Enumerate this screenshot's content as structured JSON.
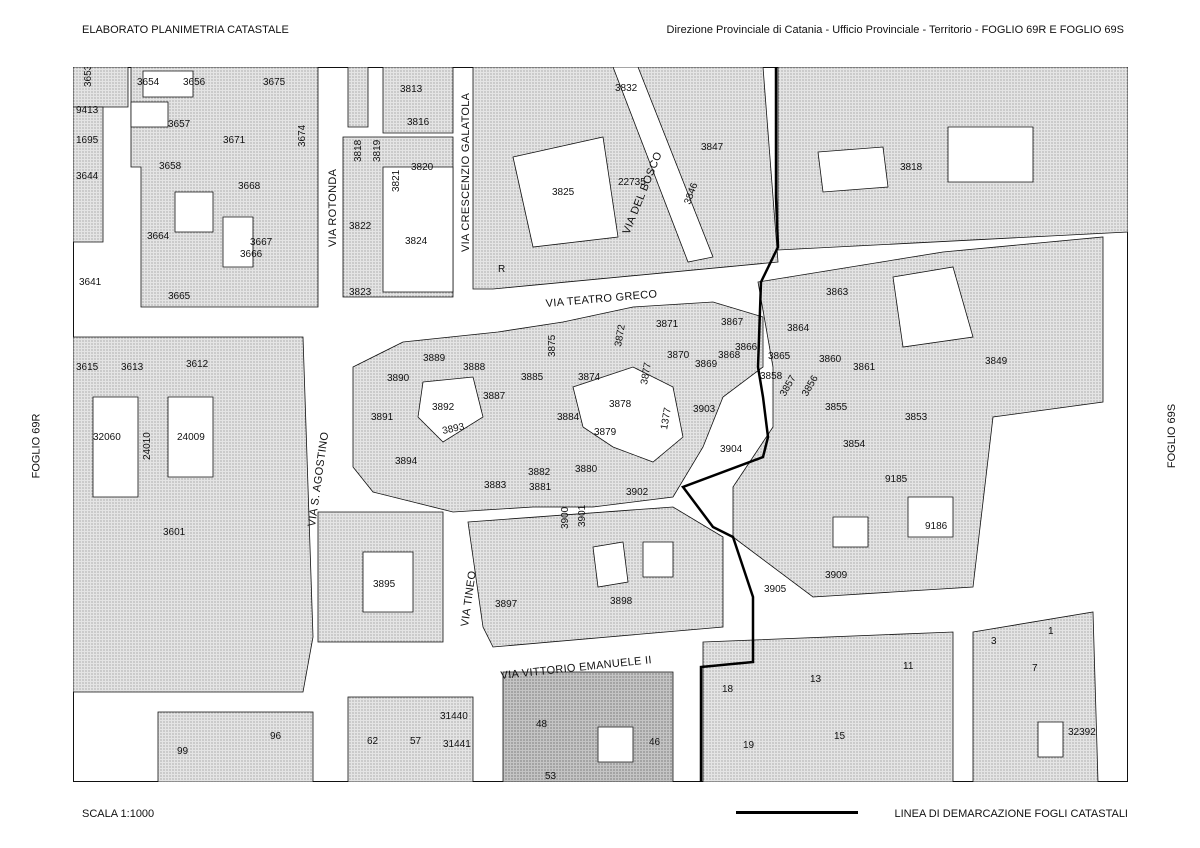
{
  "header": {
    "left_title": "ELABORATO PLANIMETRIA CATASTALE",
    "right_title": "Direzione Provinciale di Catania - Ufficio Provinciale - Territorio - FOGLIO 69R E FOGLIO 69S"
  },
  "side_labels": {
    "left": "FOGLIO 69R",
    "right": "FOGLIO 69S"
  },
  "footer": {
    "scale": "SCALA 1:1000",
    "legend": "LINEA DI DEMARCAZIONE FOGLI CATASTALI"
  },
  "streets": {
    "via_rotonda": "VIA ROTONDA",
    "via_crescenzio_galatola": "VIA CRESCENZIO GALATOLA",
    "via_del_bosco": "VIA DEL BOSCO",
    "via_teatro_greco": "VIA TEATRO GRECO",
    "via_s_agostino": "VIA S. AGOSTINO",
    "via_tineo": "VIA TINEO",
    "via_vittorio_emanuele": "VIA VITTORIO EMANUELE II"
  },
  "parcels": [
    "3653",
    "3654",
    "3656",
    "3675",
    "9413",
    "3657",
    "3671",
    "1695",
    "3674",
    "3658",
    "3644",
    "3668",
    "3664",
    "3667",
    "3666",
    "3641",
    "3665",
    "3813",
    "3816",
    "3818",
    "3819",
    "3820",
    "3821",
    "3822",
    "3824",
    "3823",
    "3832",
    "3847",
    "3825",
    "22735",
    "3846",
    "R",
    "3818b",
    "3615",
    "3613",
    "3612",
    "32060",
    "24010",
    "24009",
    "3601",
    "3889",
    "3888",
    "3890",
    "3892",
    "3891",
    "3887",
    "3893",
    "3894",
    "3875",
    "3885",
    "3874",
    "3872",
    "3871",
    "3867",
    "3870",
    "3877",
    "3866",
    "3868",
    "3869",
    "3863",
    "3864",
    "3865",
    "3860",
    "3858",
    "3857",
    "3856",
    "3861",
    "3849",
    "3855",
    "3853",
    "3854",
    "3878",
    "3884",
    "1377",
    "3903",
    "3879",
    "3904",
    "3880",
    "3882",
    "3881",
    "3883",
    "3902",
    "3900",
    "3901",
    "9185",
    "9186",
    "3895",
    "3897",
    "3898",
    "3905",
    "3909",
    "18",
    "13",
    "11",
    "3",
    "1",
    "7",
    "19",
    "15",
    "32392",
    "99",
    "96",
    "62",
    "57",
    "31440",
    "31441",
    "48",
    "46",
    "53"
  ],
  "parcel_text": {
    "p3653": "3653",
    "p3654": "3654",
    "p3656": "3656",
    "p3675": "3675",
    "p9413": "9413",
    "p3657": "3657",
    "p3671": "3671",
    "p1695": "1695",
    "p3674": "3674",
    "p3658": "3658",
    "p3644": "3644",
    "p3668": "3668",
    "p3664": "3664",
    "p3667": "3667",
    "p3666": "3666",
    "p3641": "3641",
    "p3665": "3665",
    "p3813": "3813",
    "p3816": "3816",
    "p3818": "3818",
    "p3819": "3819",
    "p3820": "3820",
    "p3821": "3821",
    "p3822": "3822",
    "p3824": "3824",
    "p3823": "3823",
    "p3832": "3832",
    "p3847": "3847",
    "p3825": "3825",
    "p22735": "22735",
    "p3846": "3846",
    "pR": "R",
    "p3818b": "3818",
    "p3615": "3615",
    "p3613": "3613",
    "p3612": "3612",
    "p32060": "32060",
    "p24010": "24010",
    "p24009": "24009",
    "p3601": "3601",
    "p3889": "3889",
    "p3888": "3888",
    "p3890": "3890",
    "p3892": "3892",
    "p3891": "3891",
    "p3887": "3887",
    "p3893": "3893",
    "p3894": "3894",
    "p3875": "3875",
    "p3885": "3885",
    "p3874": "3874",
    "p3872": "3872",
    "p3871": "3871",
    "p3867": "3867",
    "p3870": "3870",
    "p3877": "3877",
    "p3866": "3866",
    "p3868": "3868",
    "p3869": "3869",
    "p3863": "3863",
    "p3864": "3864",
    "p3865": "3865",
    "p3860": "3860",
    "p3858": "3858",
    "p3857": "3857",
    "p3856": "3856",
    "p3861": "3861",
    "p3849": "3849",
    "p3855": "3855",
    "p3853": "3853",
    "p3854": "3854",
    "p3878": "3878",
    "p3884": "3884",
    "p1377": "1377",
    "p3903": "3903",
    "p3879": "3879",
    "p3904": "3904",
    "p3880": "3880",
    "p3882": "3882",
    "p3881": "3881",
    "p3883": "3883",
    "p3902": "3902",
    "p3900": "3900",
    "p3901": "3901",
    "p9185": "9185",
    "p9186": "9186",
    "p3895": "3895",
    "p3897": "3897",
    "p3898": "3898",
    "p3905": "3905",
    "p3909": "3909",
    "p18": "18",
    "p13": "13",
    "p11": "11",
    "p3": "3",
    "p1": "1",
    "p7": "7",
    "p19": "19",
    "p15": "15",
    "p32392": "32392",
    "p99": "99",
    "p96": "96",
    "p62": "62",
    "p57": "57",
    "p31440": "31440",
    "p31441": "31441",
    "p48": "48",
    "p46": "46",
    "p53": "53"
  },
  "colors": {
    "parcel_fill": "#d9d9d9",
    "parcel_fill_dark": "#b9b9b9",
    "line": "#111111",
    "background": "#ffffff"
  }
}
